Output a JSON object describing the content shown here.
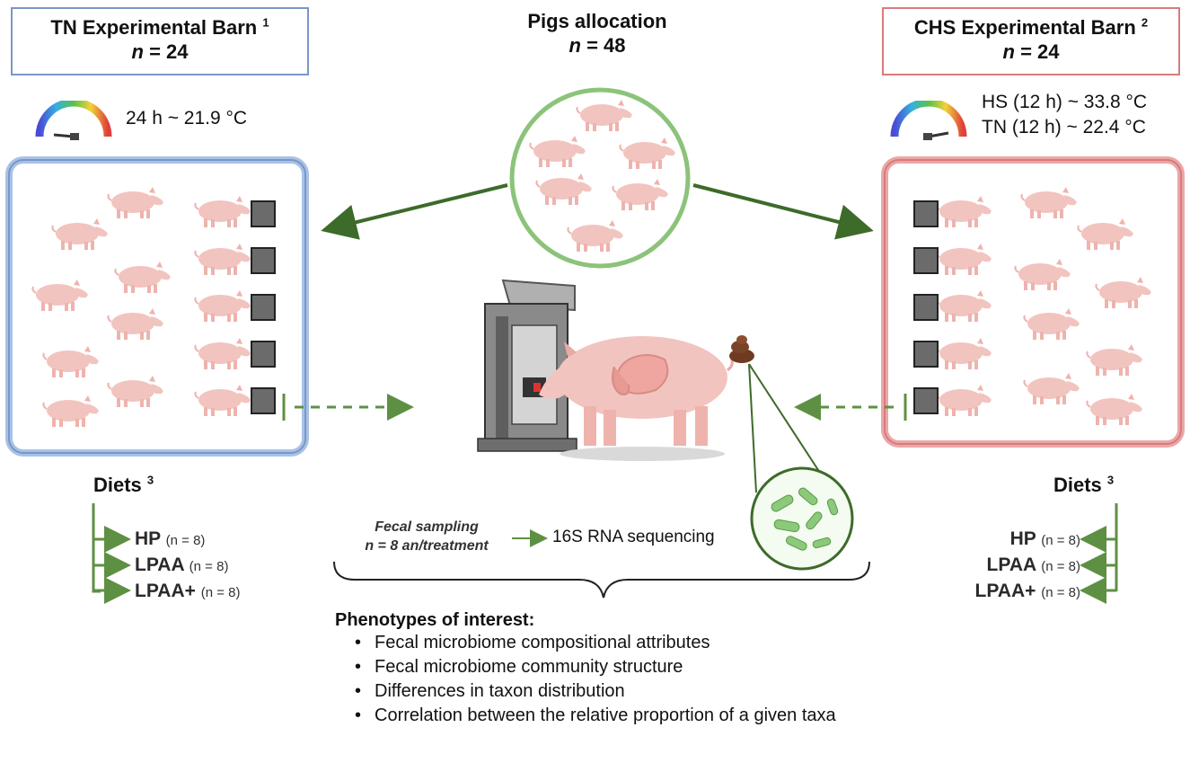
{
  "tn_barn": {
    "title": "TN Experimental Barn",
    "sup": "1",
    "n_label": "n",
    "n_value": "= 24",
    "temp": "24 h ~ 21.9 °C"
  },
  "chs_barn": {
    "title": "CHS Experimental Barn",
    "sup": "2",
    "n_label": "n",
    "n_value": "= 24",
    "temp_hs": "HS (12 h) ~ 33.8 °C",
    "temp_tn": "TN (12 h) ~ 22.4 °C"
  },
  "allocation": {
    "title": "Pigs allocation",
    "n_label": "n",
    "n_value": "= 48"
  },
  "diets": {
    "title": "Diets",
    "sup": "3",
    "items": [
      {
        "label": "HP",
        "n": "(n = 8)"
      },
      {
        "label": "LPAA",
        "n": "(n = 8)"
      },
      {
        "label": "LPAA+",
        "n": "(n = 8)"
      }
    ]
  },
  "sampling": {
    "fecal_line1": "Fecal sampling",
    "fecal_line2": "n = 8 an/treatment",
    "sequencing": "16S RNA sequencing"
  },
  "phenotypes": {
    "title": "Phenotypes of interest:",
    "items": [
      "Fecal microbiome compositional attributes",
      "Fecal microbiome community structure",
      "Differences in taxon distribution",
      "Correlation between the relative proportion of a given taxa"
    ]
  },
  "colors": {
    "tn_border": "#7a96c8",
    "tn_fill": "#ffffff",
    "chs_border": "#d97a7c",
    "arrow_green": "#3d6b2a",
    "circle_green": "#8cc37a",
    "pig_pink": "#f2c4bf"
  }
}
